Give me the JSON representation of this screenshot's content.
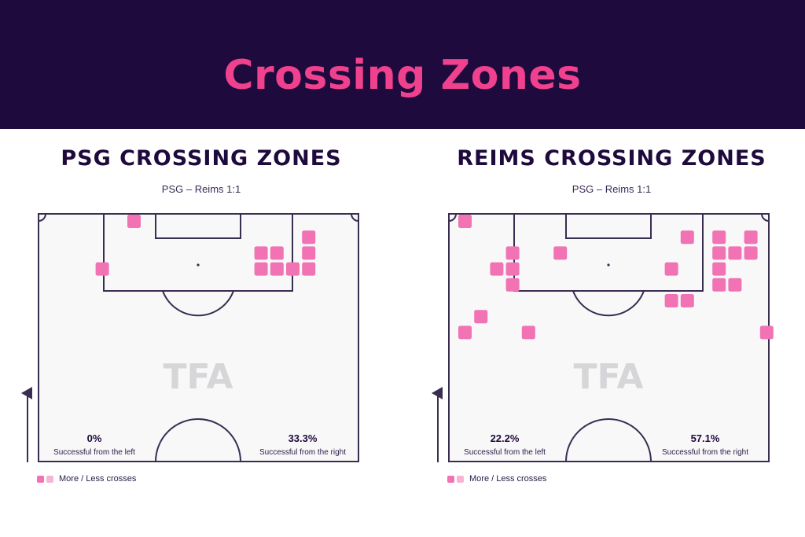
{
  "header": {
    "title": "Crossing Zones"
  },
  "colors": {
    "banner_bg": "#1e0a3c",
    "title": "#f0418f",
    "cell_more": "#f173b4",
    "cell_less": "#f7b5d6",
    "pitch_line": "#3a2d52",
    "pitch_fill": "#f8f8f8",
    "watermark": "#d6d6d8"
  },
  "panels": [
    {
      "title": "PSG CROSSING ZONES",
      "subtitle": "PSG – Reims 1:1",
      "watermark": "TFA",
      "left_stat": {
        "value": "0%",
        "label": "Successful from the left"
      },
      "right_stat": {
        "value": "33.3%",
        "label": "Successful from the right"
      },
      "legend": {
        "label": "More / Less crosses"
      }
    },
    {
      "title": "REIMS CROSSING ZONES",
      "subtitle": "PSG – Reims 1:1",
      "watermark": "TFA",
      "left_stat": {
        "value": "22.2%",
        "label": "Successful from the left"
      },
      "right_stat": {
        "value": "57.1%",
        "label": "Successful from the right"
      },
      "legend": {
        "label": "More / Less crosses"
      }
    }
  ],
  "chart_data": [
    {
      "type": "heatmap",
      "title": "PSG CROSSING ZONES",
      "subtitle": "PSG – Reims 1:1",
      "grid": {
        "cols": 20,
        "rows": 16
      },
      "cells": [
        {
          "col": 5,
          "row": 0,
          "count": 1
        },
        {
          "col": 16,
          "row": 1,
          "count": 1
        },
        {
          "col": 13,
          "row": 2,
          "count": 1
        },
        {
          "col": 14,
          "row": 2,
          "count": 1
        },
        {
          "col": 16,
          "row": 2,
          "count": 1
        },
        {
          "col": 3,
          "row": 3,
          "count": 1
        },
        {
          "col": 13,
          "row": 3,
          "count": 1
        },
        {
          "col": 14,
          "row": 3,
          "count": 1
        },
        {
          "col": 15,
          "row": 3,
          "count": 1
        },
        {
          "col": 16,
          "row": 3,
          "count": 1
        }
      ],
      "success_left_pct": 0,
      "success_right_pct": 33.3
    },
    {
      "type": "heatmap",
      "title": "REIMS CROSSING ZONES",
      "subtitle": "PSG – Reims 1:1",
      "grid": {
        "cols": 20,
        "rows": 16
      },
      "cells": [
        {
          "col": 0,
          "row": 0,
          "count": 1
        },
        {
          "col": 14,
          "row": 1,
          "count": 1
        },
        {
          "col": 16,
          "row": 1,
          "count": 1
        },
        {
          "col": 18,
          "row": 1,
          "count": 1
        },
        {
          "col": 3,
          "row": 2,
          "count": 1
        },
        {
          "col": 6,
          "row": 2,
          "count": 1
        },
        {
          "col": 16,
          "row": 2,
          "count": 1
        },
        {
          "col": 17,
          "row": 2,
          "count": 1
        },
        {
          "col": 18,
          "row": 2,
          "count": 1
        },
        {
          "col": 2,
          "row": 3,
          "count": 1
        },
        {
          "col": 3,
          "row": 3,
          "count": 1
        },
        {
          "col": 13,
          "row": 3,
          "count": 1
        },
        {
          "col": 16,
          "row": 3,
          "count": 1
        },
        {
          "col": 3,
          "row": 4,
          "count": 1
        },
        {
          "col": 16,
          "row": 4,
          "count": 1
        },
        {
          "col": 17,
          "row": 4,
          "count": 1
        },
        {
          "col": 13,
          "row": 5,
          "count": 1
        },
        {
          "col": 14,
          "row": 5,
          "count": 1
        },
        {
          "col": 1,
          "row": 6,
          "count": 1
        },
        {
          "col": 0,
          "row": 7,
          "count": 1
        },
        {
          "col": 4,
          "row": 7,
          "count": 1
        },
        {
          "col": 19,
          "row": 7,
          "count": 1
        }
      ],
      "success_left_pct": 22.2,
      "success_right_pct": 57.1
    }
  ]
}
